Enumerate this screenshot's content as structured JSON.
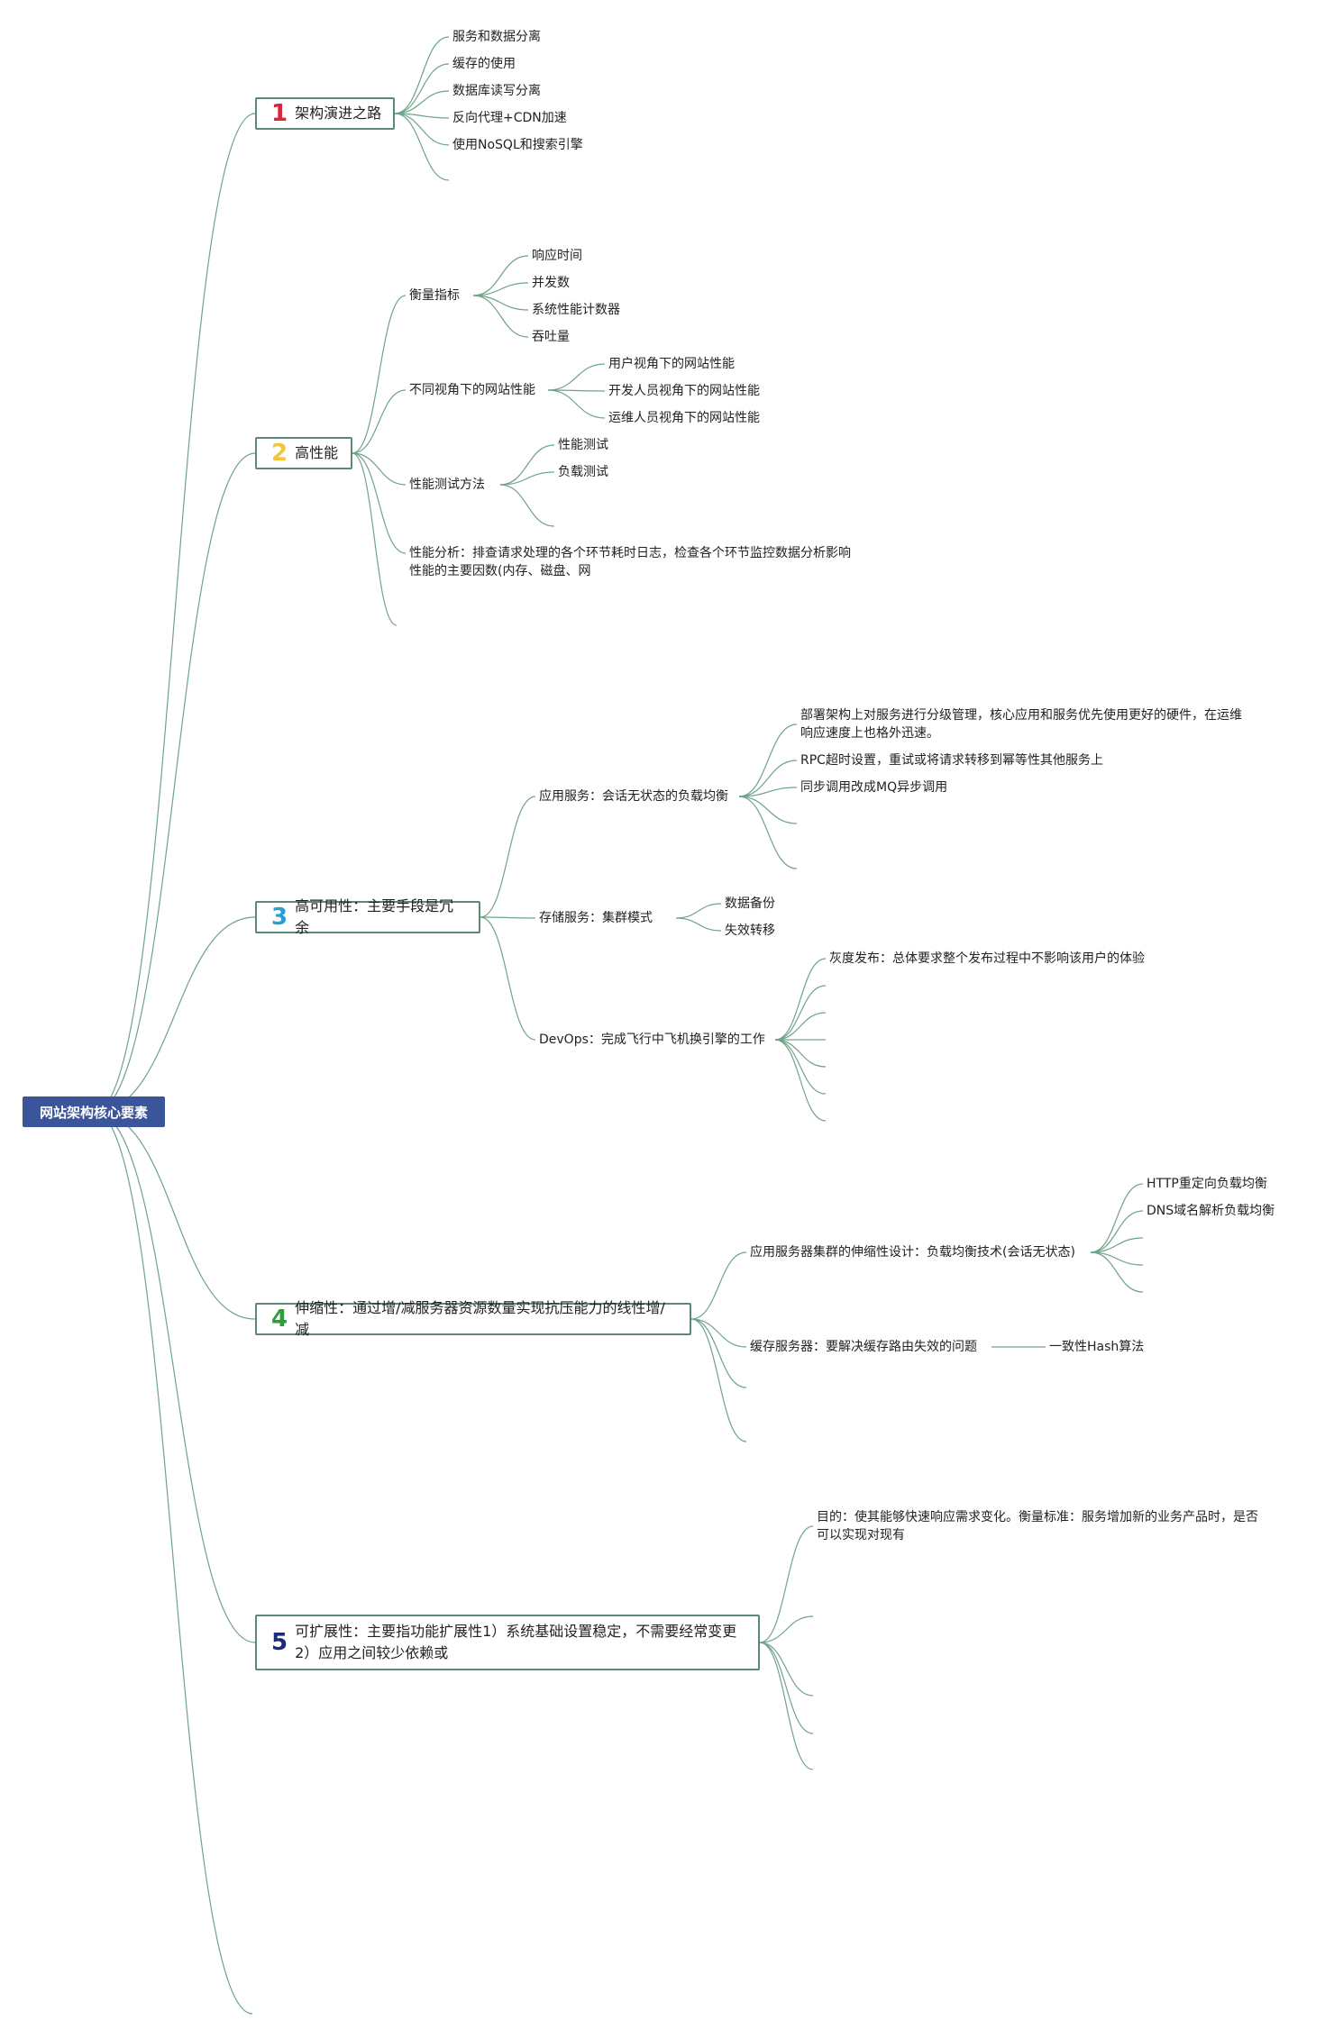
{
  "root": {
    "label": "网站架构核心要素"
  },
  "colors": {
    "line": "#6fa38a",
    "root_bg": "#3b559a",
    "box_border": "#5b8a72",
    "num1": "#d7263d",
    "num2": "#f2c53d",
    "num3": "#2a9fd6",
    "num4": "#2e9e3a",
    "num5": "#1d2a7a"
  },
  "b1": {
    "num": "1",
    "label": "架构演进之路",
    "items": [
      "服务和数据分离",
      "缓存的使用",
      "数据库读写分离",
      "反向代理+CDN加速",
      "使用NoSQL和搜索引擎"
    ]
  },
  "b2": {
    "num": "2",
    "label": "高性能",
    "metrics": {
      "label": "衡量指标",
      "items": [
        "响应时间",
        "并发数",
        "系统性能计数器",
        "吞吐量"
      ]
    },
    "views": {
      "label": "不同视角下的网站性能",
      "items": [
        "用户视角下的网站性能",
        "开发人员视角下的网站性能",
        "运维人员视角下的网站性能"
      ]
    },
    "tests": {
      "label": "性能测试方法",
      "items": [
        "性能测试",
        "负载测试"
      ]
    },
    "analysis": "性能分析：排查请求处理的各个环节耗时日志，检查各个环节监控数据分析影响性能的主要因数(内存、磁盘、网"
  },
  "b3": {
    "num": "3",
    "label": "高可用性：主要手段是冗余",
    "app": {
      "label": "应用服务：会话无状态的负载均衡",
      "items": [
        "部署架构上对服务进行分级管理，核心应用和服务优先使用更好的硬件，在运维响应速度上也格外迅速。",
        "RPC超时设置，重试或将请求转移到幂等性其他服务上",
        "同步调用改成MQ异步调用"
      ]
    },
    "storage": {
      "label": "存储服务：集群模式",
      "items": [
        "数据备份",
        "失效转移"
      ]
    },
    "devops": {
      "label": "DevOps：完成飞行中飞机换引擎的工作",
      "items": [
        "灰度发布：总体要求整个发布过程中不影响该用户的体验"
      ]
    }
  },
  "b4": {
    "num": "4",
    "label": "伸缩性：通过增/减服务器资源数量实现抗压能力的线性增/减",
    "app": {
      "label": "应用服务器集群的伸缩性设计：负载均衡技术(会话无状态)",
      "items": [
        "HTTP重定向负载均衡",
        "DNS域名解析负载均衡"
      ]
    },
    "cache": {
      "label": "缓存服务器：要解决缓存路由失效的问题",
      "items": [
        "一致性Hash算法"
      ]
    }
  },
  "b5": {
    "num": "5",
    "label": "可扩展性：主要指功能扩展性1）系统基础设置稳定，不需要经常变更 2）应用之间较少依赖或",
    "items": [
      "目的：使其能够快速响应需求变化。衡量标准：服务增加新的业务产品时，是否可以实现对现有"
    ]
  }
}
